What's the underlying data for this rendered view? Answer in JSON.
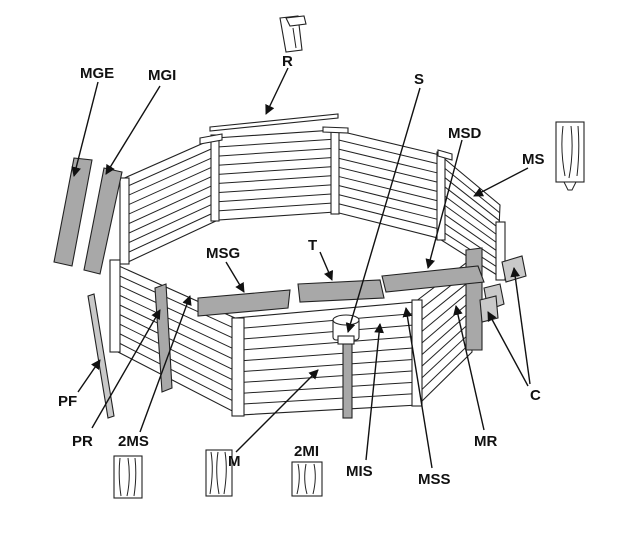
{
  "labels": {
    "R": "R",
    "MGE": "MGE",
    "MGI": "MGI",
    "S": "S",
    "MSD": "MSD",
    "MS": "MS",
    "MSG": "MSG",
    "T": "T",
    "C": "C",
    "PF": "PF",
    "PR": "PR",
    "TWO_MS": "2MS",
    "M": "M",
    "TWO_MI": "2MI",
    "MIS": "MIS",
    "MSS": "MSS",
    "MR": "MR"
  }
}
